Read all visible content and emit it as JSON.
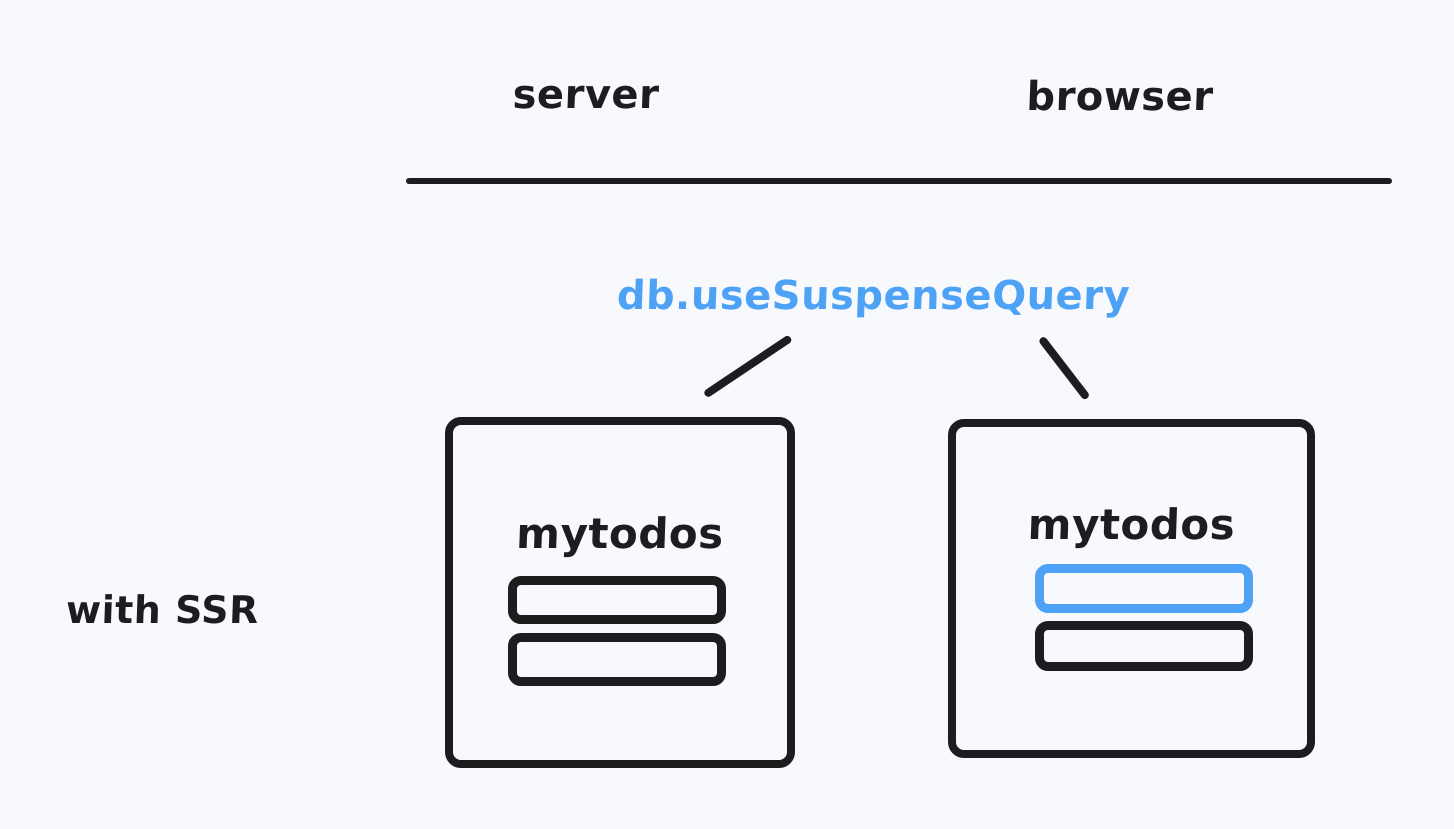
{
  "canvas": {
    "background_color": "#f7f9fc",
    "ink_color": "#1d1d1f",
    "accent_color": "#4da2f5"
  },
  "columns": {
    "server_label": "server",
    "browser_label": "browser"
  },
  "row_label": "with SSR",
  "api_label": {
    "text": "db.useSuspenseQuery",
    "color": "#4da2f5"
  },
  "panels": [
    {
      "id": "server",
      "title": "mytodos",
      "rows": [
        {
          "state": "default",
          "color": "#1d1d1f"
        },
        {
          "state": "default",
          "color": "#1d1d1f"
        }
      ]
    },
    {
      "id": "browser",
      "title": "mytodos",
      "rows": [
        {
          "state": "highlighted",
          "color": "#4da2f5"
        },
        {
          "state": "default",
          "color": "#1d1d1f"
        }
      ]
    }
  ],
  "connectors": [
    {
      "from": "api-label",
      "to": "server-panel"
    },
    {
      "from": "api-label",
      "to": "browser-panel"
    }
  ]
}
